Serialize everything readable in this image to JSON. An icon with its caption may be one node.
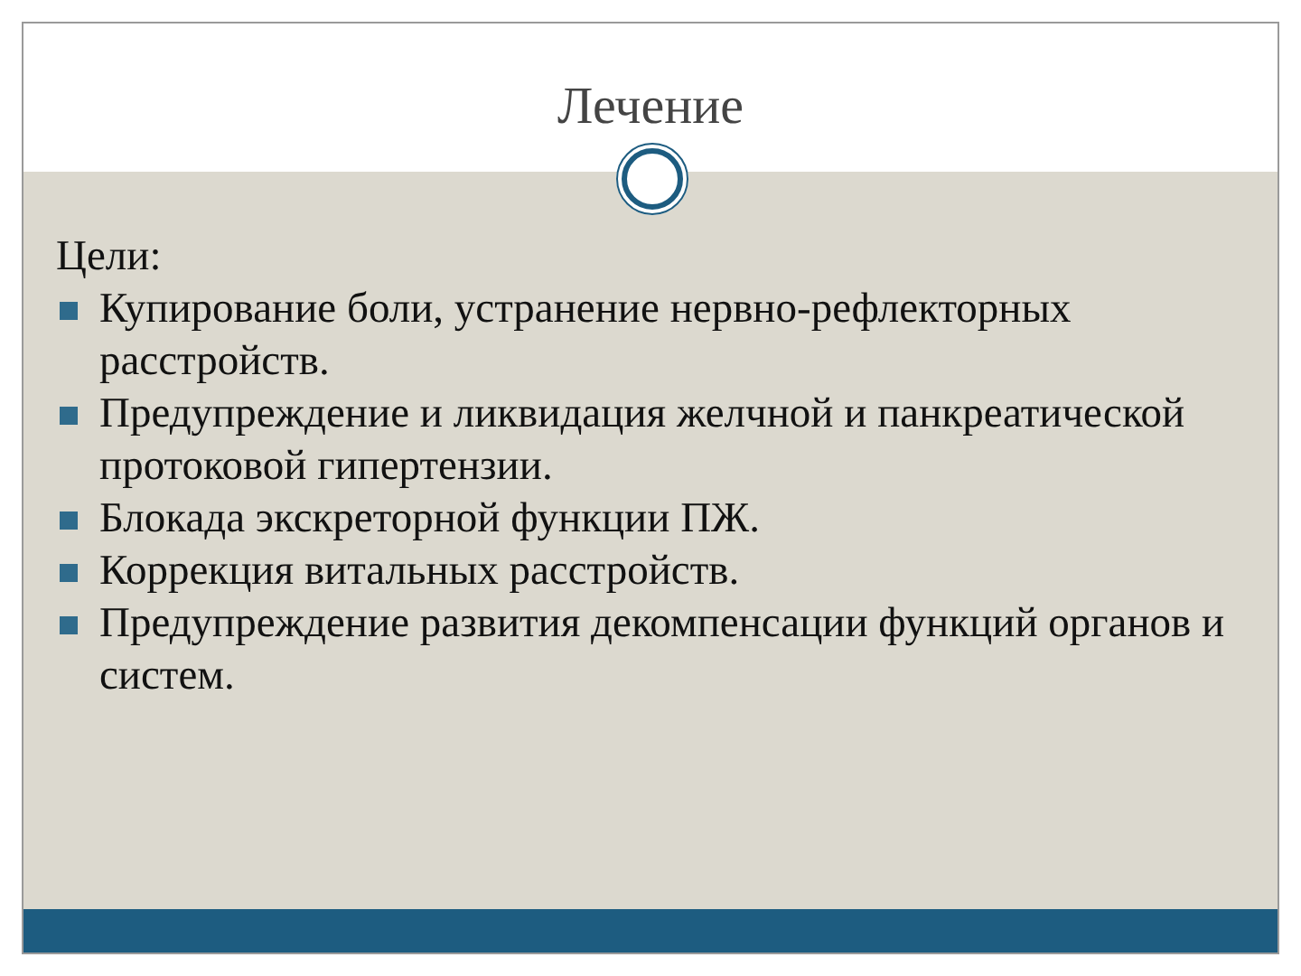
{
  "diagram": {
    "title": "Лечение",
    "labels": [
      "Цели:",
      "Купирование боли, устранение нервно-рефлекторных расстройств.",
      "Предупреждение и ликвидация желчной  и панкреатической протоковой гипертензии.",
      "Блокада экскреторной функции ПЖ.",
      "Коррекция витальных расстройств.",
      "Предупреждение развития декомпенсации функций органов и систем."
    ]
  }
}
